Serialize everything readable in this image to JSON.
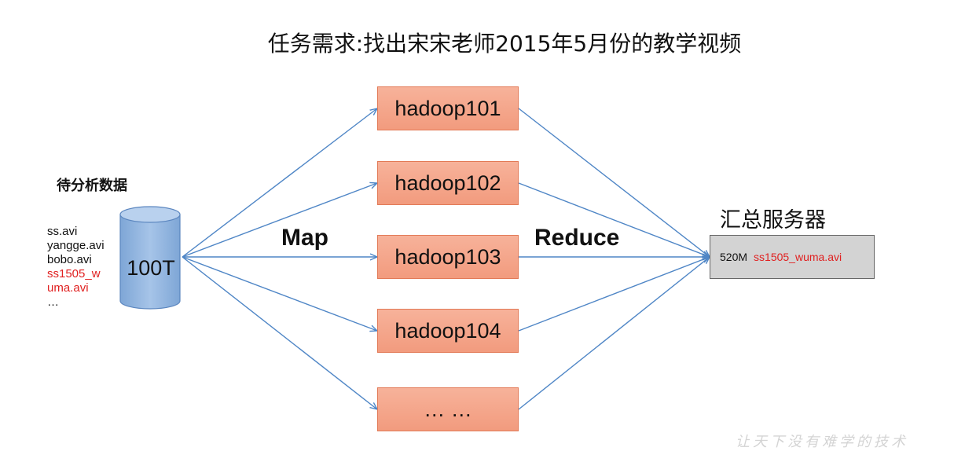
{
  "title": "任务需求:找出宋宋老师2015年5月份的教学视频",
  "source": {
    "heading": "待分析数据",
    "files": [
      "ss.avi",
      "yangge.avi",
      "bobo.avi",
      "ss1505_w uma.avi",
      "…"
    ],
    "highlighted_file_index": 3,
    "storage_label": "100T"
  },
  "stages": {
    "map": "Map",
    "reduce": "Reduce"
  },
  "nodes": [
    "hadoop101",
    "hadoop102",
    "hadoop103",
    "hadoop104",
    "… …"
  ],
  "server": {
    "title": "汇总服务器",
    "size": "520M",
    "file": "ss1505_wuma.avi"
  },
  "watermark": "让天下没有难学的技术",
  "colors": {
    "node_fill": "#f4a487",
    "node_border": "#e27a57",
    "db_fill": "#8fb4de",
    "edge": "#4f86c6",
    "server_fill": "#d3d3d3",
    "highlight_text": "#e02020"
  }
}
